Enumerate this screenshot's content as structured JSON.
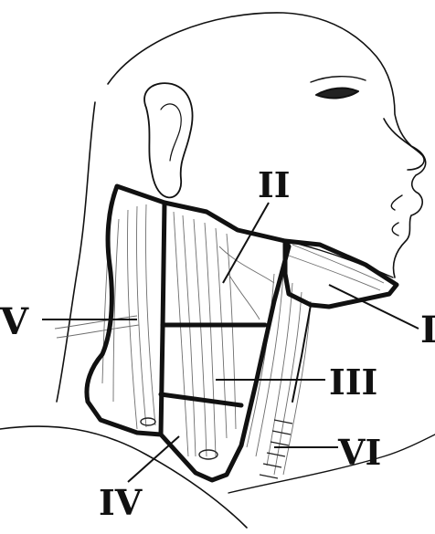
{
  "labels": {
    "I": "I",
    "II": "II",
    "III": "III",
    "IV": "IV",
    "V": "V",
    "VI": "VI"
  },
  "colors": {
    "ink": "#111111",
    "fiber": "#555555",
    "background": "#ffffff"
  }
}
